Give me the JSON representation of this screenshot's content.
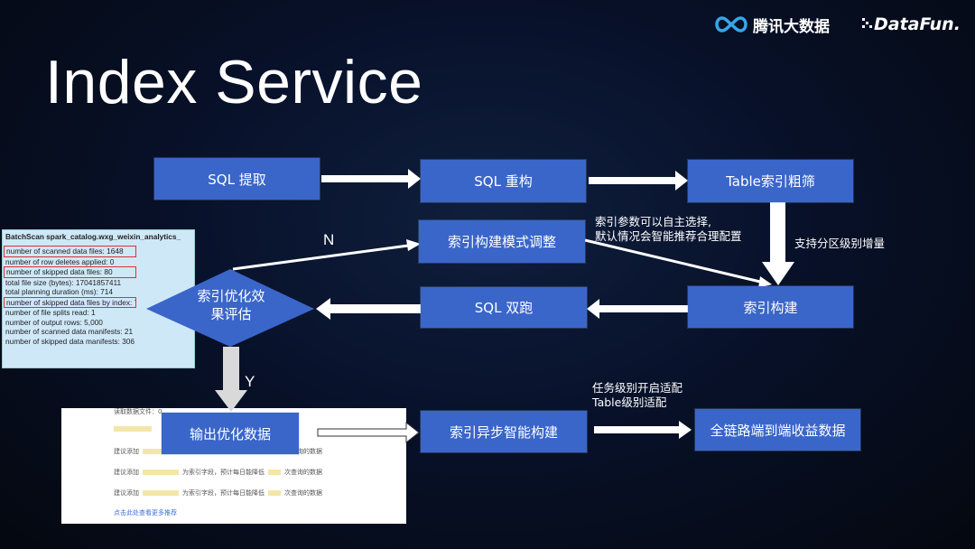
{
  "title": "Index Service",
  "brand": {
    "tencent": "腾讯大数据",
    "datafun": "DataFun."
  },
  "nodes": {
    "sql_extract": "SQL 提取",
    "sql_rebuild": "SQL 重构",
    "table_filter": "Table索引粗筛",
    "mode_adjust": "索引构建模式调整",
    "index_build": "索引构建",
    "sql_dual": "SQL 双跑",
    "evaluate": "索引优化效果评估",
    "output": "输出优化数据",
    "async_build": "索引异步智能构建",
    "benefit": "全链路端到端收益数据"
  },
  "labels": {
    "no": "N",
    "yes": "Y"
  },
  "notes": {
    "params_line1": "索引参数可以自主选择,",
    "params_line2": "默认情况会智能推荐合理配置",
    "partition": "支持分区级别增量",
    "task_level": "任务级别开启适配",
    "table_level": "Table级别适配"
  },
  "scan_panel": {
    "header": "BatchScan spark_catalog.wxg_weixin_analytics_",
    "lines": [
      "number of scanned data files: 1648",
      "number of row deletes applied: 0",
      "number of skipped data files: 80",
      "total file size (bytes): 17041857411",
      "total planning duration (ms): 714",
      "number of skipped data files by index: 78",
      "number of file splits read: 1",
      "number of output rows: 5,000",
      "number of scanned data manifests: 21",
      "number of skipped data manifests: 306"
    ],
    "highlighted": [
      0,
      2,
      5
    ]
  },
  "doc_panel": {
    "top": "读取数据文件：0",
    "rows": [
      {
        "lead": "建议添加",
        "text": "为索引字段，预计每日能降低",
        "tail": "次查询的数据"
      },
      {
        "lead": "建议添加",
        "text": "为索引字段，预计每日能降低",
        "tail": "次查询的数据"
      },
      {
        "lead": "建议添加",
        "text": "为索引字段，预计每日能降低",
        "tail": "次查询的数据"
      }
    ],
    "link": "点击此处查看更多推荐"
  },
  "colors": {
    "box": "#3a66c9",
    "arrow": "#ffffff",
    "background": "#08112a",
    "highlight": "#e03030"
  }
}
